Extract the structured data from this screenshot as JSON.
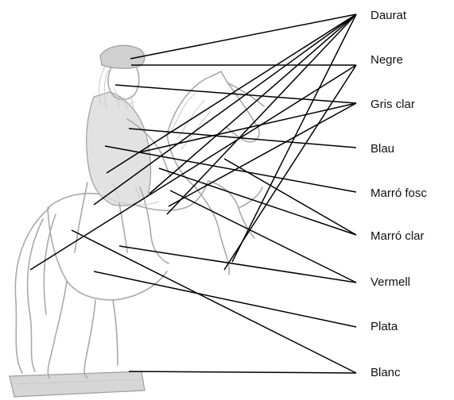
{
  "labels": [
    {
      "id": "daurat",
      "text": "Daurat"
    },
    {
      "id": "negre",
      "text": "Negre"
    },
    {
      "id": "gris-clar",
      "text": "Gris clar"
    },
    {
      "id": "blau",
      "text": "Blau"
    },
    {
      "id": "marro-fosc",
      "text": "Marró fosc"
    },
    {
      "id": "marro-clar",
      "text": "Marró clar"
    },
    {
      "id": "vermell",
      "text": "Vermell"
    },
    {
      "id": "plata",
      "text": "Plata"
    },
    {
      "id": "blanc",
      "text": "Blanc"
    }
  ],
  "colors": {
    "line": "#000000",
    "sketch": "#a9a9a9",
    "text": "#111111"
  }
}
